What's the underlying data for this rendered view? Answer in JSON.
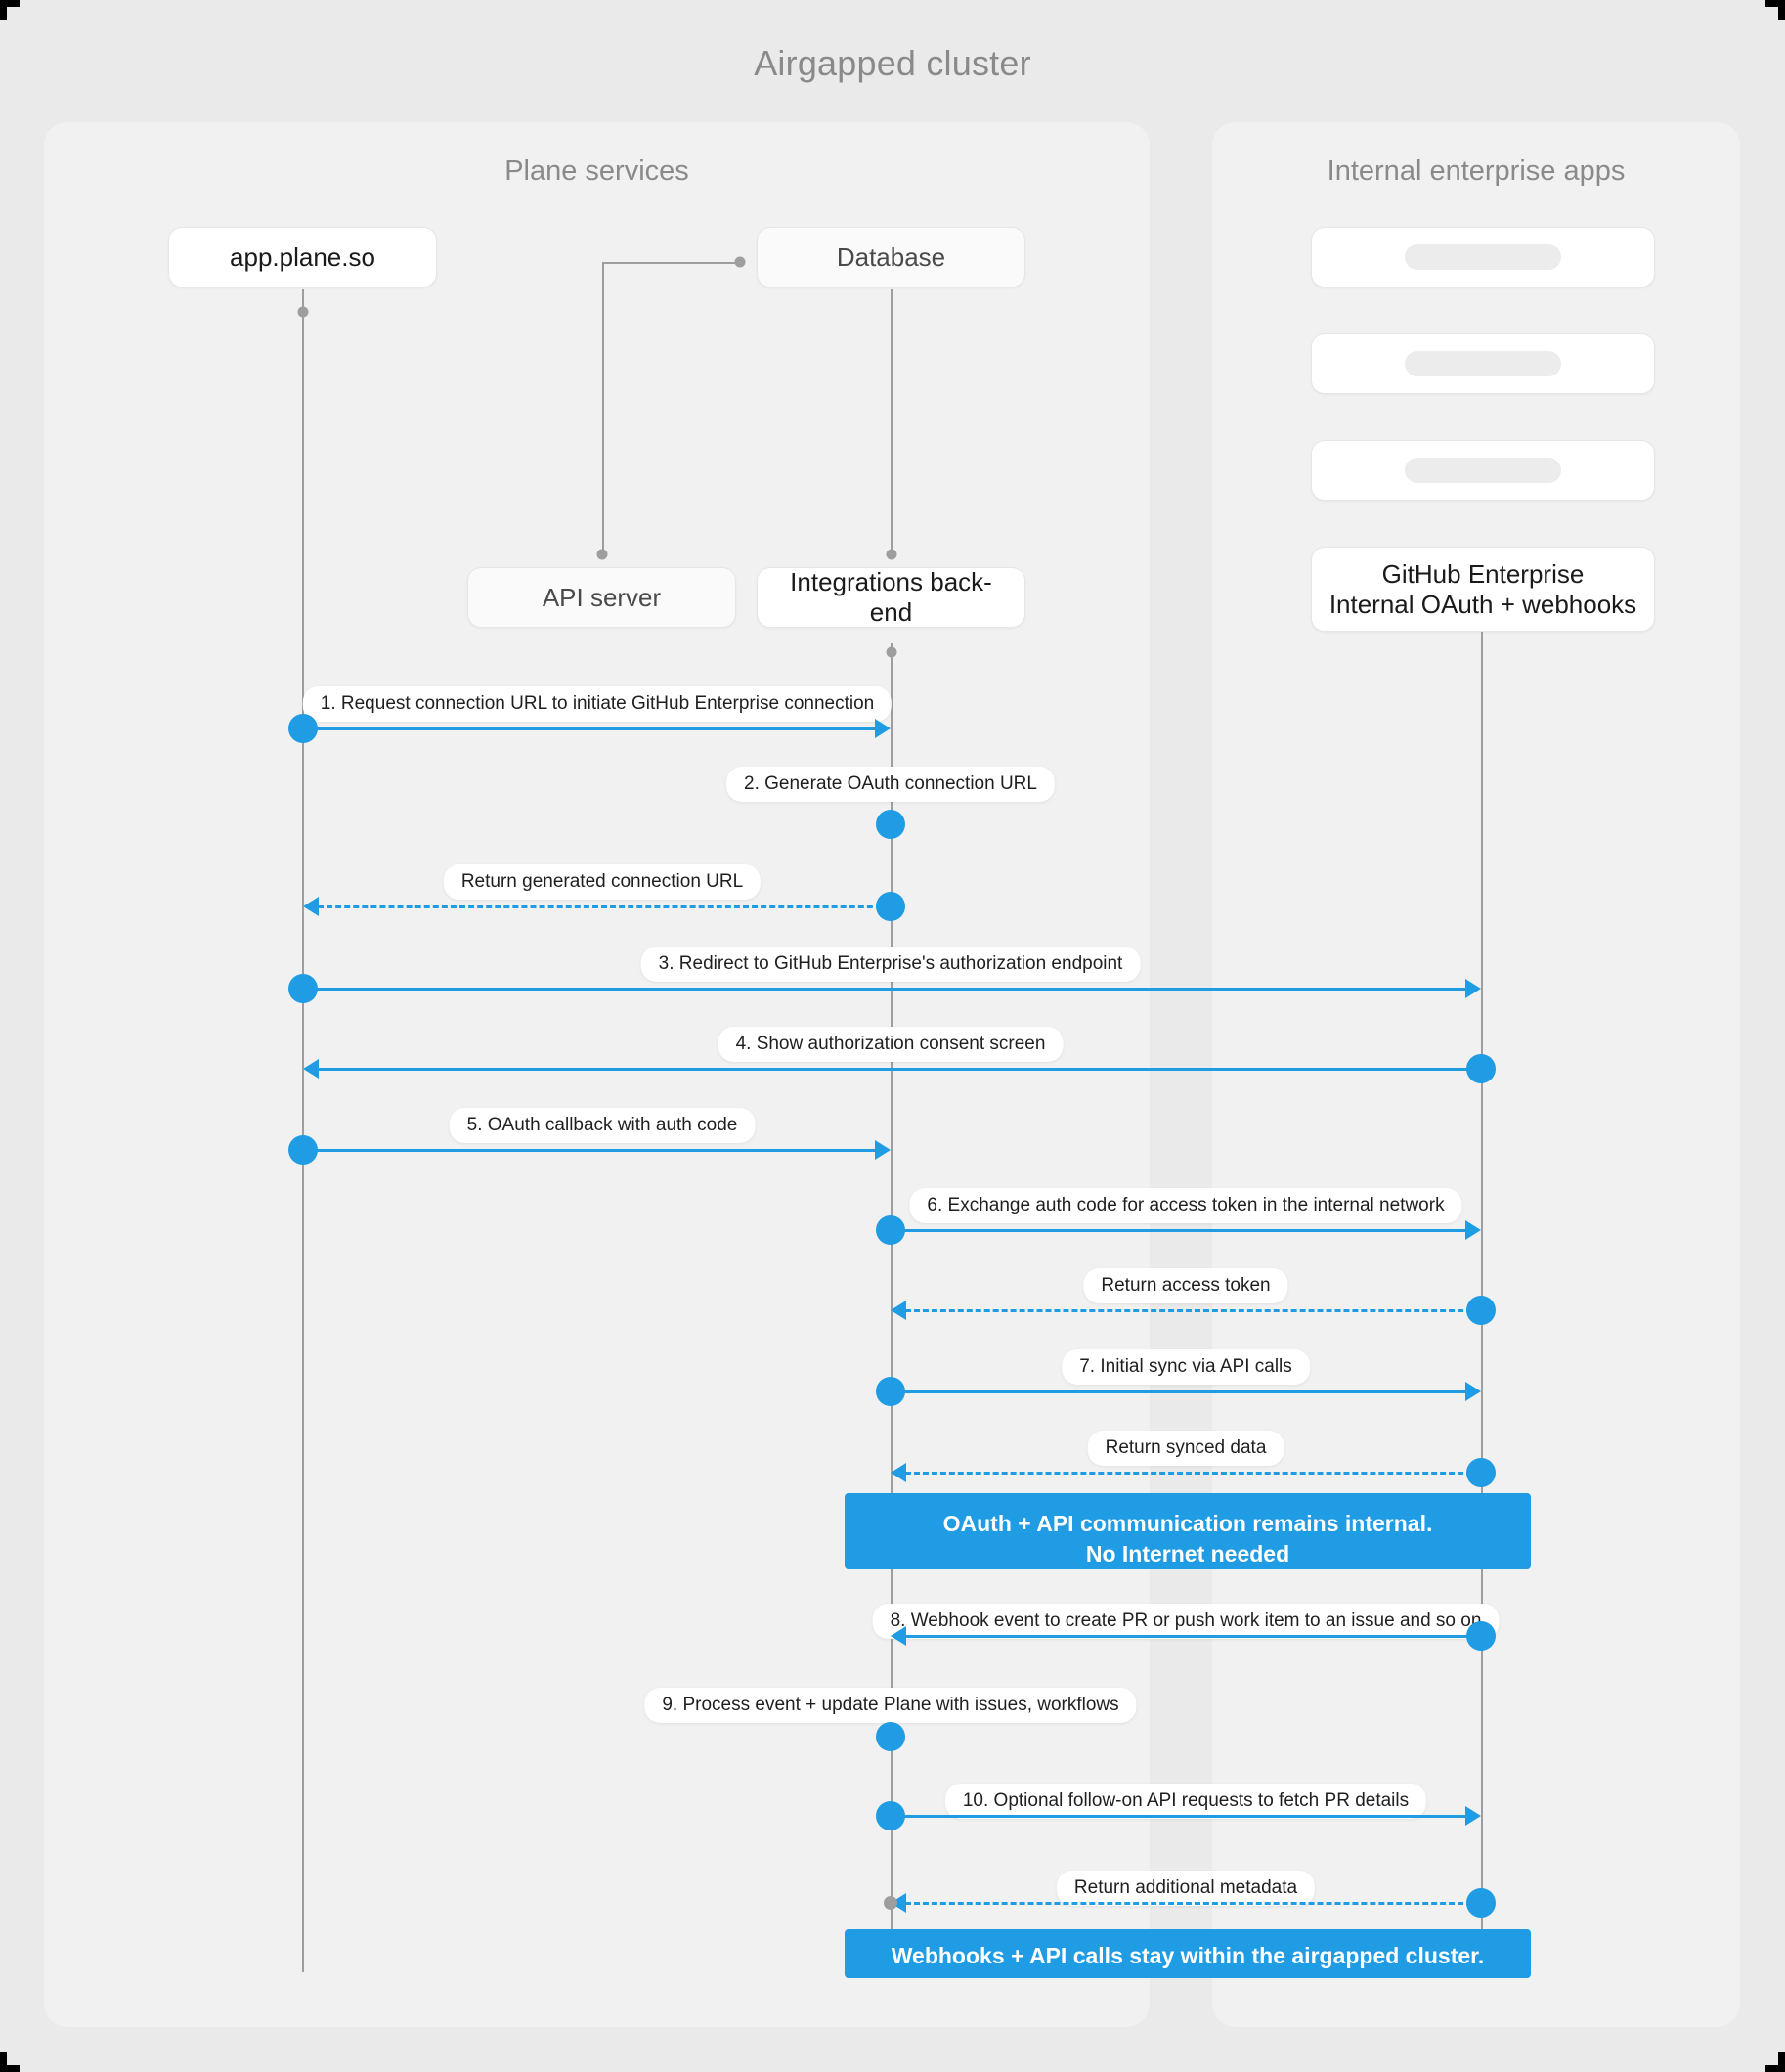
{
  "title": "Airgapped cluster",
  "panels": [
    {
      "id": "plane",
      "title": "Plane services"
    },
    {
      "id": "enterprise",
      "title": "Internal enterprise apps"
    }
  ],
  "nodes": [
    {
      "id": "app",
      "label": "app.plane.so",
      "blank": false
    },
    {
      "id": "db",
      "label": "Database",
      "blank": false
    },
    {
      "id": "api",
      "label": "API server",
      "blank": false
    },
    {
      "id": "integ",
      "label": "Integrations back-end",
      "blank": false
    },
    {
      "id": "blank1",
      "label": "",
      "blank": true
    },
    {
      "id": "blank2",
      "label": "",
      "blank": true
    },
    {
      "id": "blank3",
      "label": "",
      "blank": true
    },
    {
      "id": "ghe",
      "label": "GitHub Enterprise\nInternal OAuth + webhooks",
      "blank": false
    }
  ],
  "messages": [
    {
      "n": 1,
      "label": "1. Request connection URL to initiate GitHub Enterprise connection",
      "from": "app",
      "to": "integ",
      "style": "solid"
    },
    {
      "n": 2,
      "label": "2. Generate OAuth connection URL",
      "from": "integ",
      "to": "integ",
      "style": "self"
    },
    {
      "n": 3,
      "label": "Return generated connection URL",
      "from": "integ",
      "to": "app",
      "style": "dashed"
    },
    {
      "n": 4,
      "label": "3. Redirect to GitHub Enterprise's authorization endpoint",
      "from": "app",
      "to": "ghe",
      "style": "solid"
    },
    {
      "n": 5,
      "label": "4. Show authorization consent screen",
      "from": "ghe",
      "to": "app",
      "style": "solid"
    },
    {
      "n": 6,
      "label": "5. OAuth callback with auth code",
      "from": "app",
      "to": "integ",
      "style": "solid"
    },
    {
      "n": 7,
      "label": "6. Exchange auth code for access token in the internal network",
      "from": "integ",
      "to": "ghe",
      "style": "solid"
    },
    {
      "n": 8,
      "label": "Return access token",
      "from": "ghe",
      "to": "integ",
      "style": "dashed"
    },
    {
      "n": 9,
      "label": "7. Initial sync via API calls",
      "from": "integ",
      "to": "ghe",
      "style": "solid"
    },
    {
      "n": 10,
      "label": "Return synced data",
      "from": "ghe",
      "to": "integ",
      "style": "dashed"
    },
    {
      "n": 11,
      "label": "8. Webhook event to create PR  or push work item to an issue  and so on",
      "from": "ghe",
      "to": "integ",
      "style": "solid"
    },
    {
      "n": 12,
      "label": "9. Process event + update Plane with issues, workflows",
      "from": "integ",
      "to": "integ",
      "style": "self"
    },
    {
      "n": 13,
      "label": "10. Optional follow-on API requests to fetch PR details",
      "from": "integ",
      "to": "ghe",
      "style": "solid"
    },
    {
      "n": 14,
      "label": "Return additional metadata",
      "from": "ghe",
      "to": "integ",
      "style": "dashed"
    }
  ],
  "notes": [
    {
      "id": "note1",
      "line1": "OAuth + API communication remains internal.",
      "line2": "No Internet needed"
    },
    {
      "id": "note2",
      "line1": "Webhooks + API calls stay within the airgapped cluster.",
      "line2": ""
    }
  ],
  "colors": {
    "accent": "#1f9ce4",
    "page_bg": "#eaeaea",
    "panel_bg": "#f1f1f1",
    "node_bg": "#ffffff",
    "lifeline": "#9e9e9e",
    "title_text": "#8a8a8a"
  }
}
